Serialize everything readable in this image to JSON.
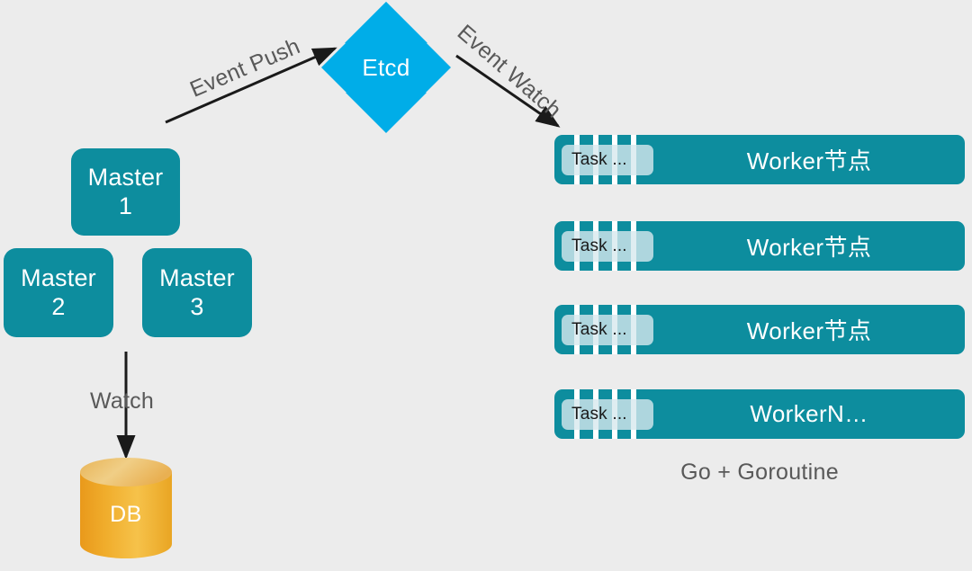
{
  "diagram": {
    "background_color": "#ececec",
    "palette": {
      "teal": "#0d8d9e",
      "etcd_blue": "#00ade8",
      "db_orange": "#efa81e",
      "task_chip": "#d7e9ee",
      "text_gray": "#595959",
      "text_white": "#ffffff"
    },
    "masters": [
      {
        "id": "master-1",
        "line1": "Master",
        "line2": "1"
      },
      {
        "id": "master-2",
        "line1": "Master",
        "line2": "2"
      },
      {
        "id": "master-3",
        "line1": "Master",
        "line2": "3"
      }
    ],
    "etcd": {
      "label": "Etcd",
      "icon": "four-way-arrow-icon"
    },
    "edges": [
      {
        "id": "event-push",
        "label": "Event Push",
        "from": "masters",
        "to": "etcd"
      },
      {
        "id": "event-watch",
        "label": "Event Watch",
        "from": "etcd",
        "to": "workers"
      },
      {
        "id": "watch",
        "label": "Watch",
        "from": "masters",
        "to": "db"
      }
    ],
    "database": {
      "label": "DB",
      "icon": "cylinder-database-icon"
    },
    "workers": {
      "task_chip_label": "Task ...",
      "rows": [
        {
          "title": "Worker节点"
        },
        {
          "title": "Worker节点"
        },
        {
          "title": "Worker节点"
        },
        {
          "title": "WorkerN…"
        }
      ],
      "caption": "Go + Goroutine"
    }
  }
}
